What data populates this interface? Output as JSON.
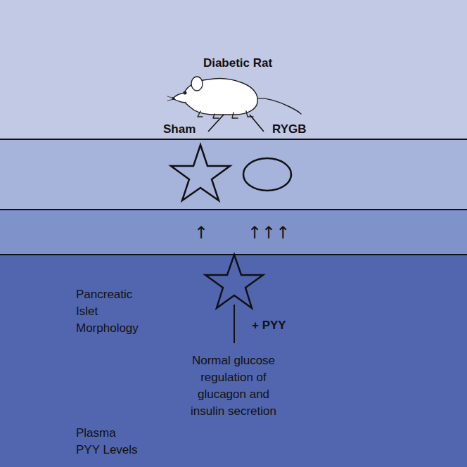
{
  "diagram": {
    "title": "Diabetic Rat",
    "nodes": [
      {
        "text": [
          "Pancreatic Islet Morphology"
        ]
      },
      {
        "text": [
          "Plasma PYY Levels"
        ]
      },
      {
        "text": [
          "Normal glucose regulation of glucagon and insulin secretion"
        ]
      }
    ],
    "labels": [
      "Sham",
      "RYGB",
      "↑",
      "↑↑↑",
      "+ PYY"
    ]
  }
}
